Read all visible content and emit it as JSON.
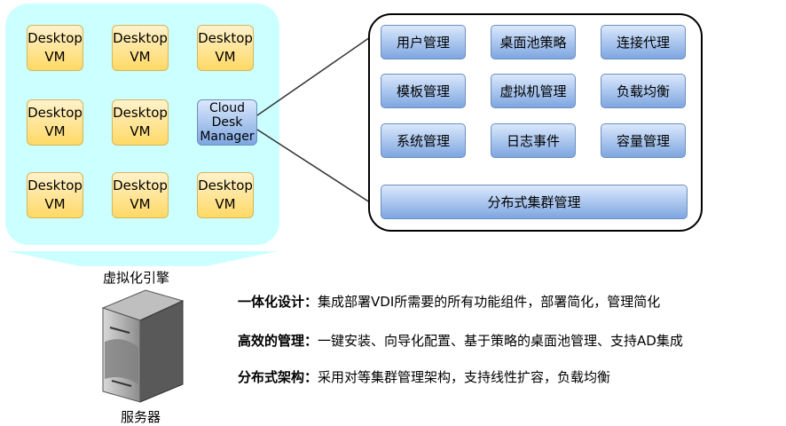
{
  "vm_label": "Desktop\nVM",
  "manager_label": "Cloud\nDesk\nManager",
  "modules": [
    "用户管理",
    "桌面池策略",
    "连接代理",
    "模板管理",
    "虚拟机管理",
    "负载均衡",
    "系统管理",
    "日志事件",
    "容量管理"
  ],
  "cluster_label": "分布式集群管理",
  "engine_label": "虚拟化引擎",
  "server_label": "服务器",
  "features": [
    {
      "title": "一体化设计：",
      "text": "集成部署VDI所需要的所有功能组件，部署简化，管理简化"
    },
    {
      "title": "高效的管理：",
      "text": "一键安装、向导化配置、基于策略的桌面池管理、支持AD集成"
    },
    {
      "title": "分布式架构：",
      "text": "采用对等集群管理架构，支持线性扩容，负载均衡"
    }
  ],
  "colors": {
    "panel": "#ccffff",
    "vm_fill": "#ffd966",
    "module_fill": "#7ea6e0"
  }
}
